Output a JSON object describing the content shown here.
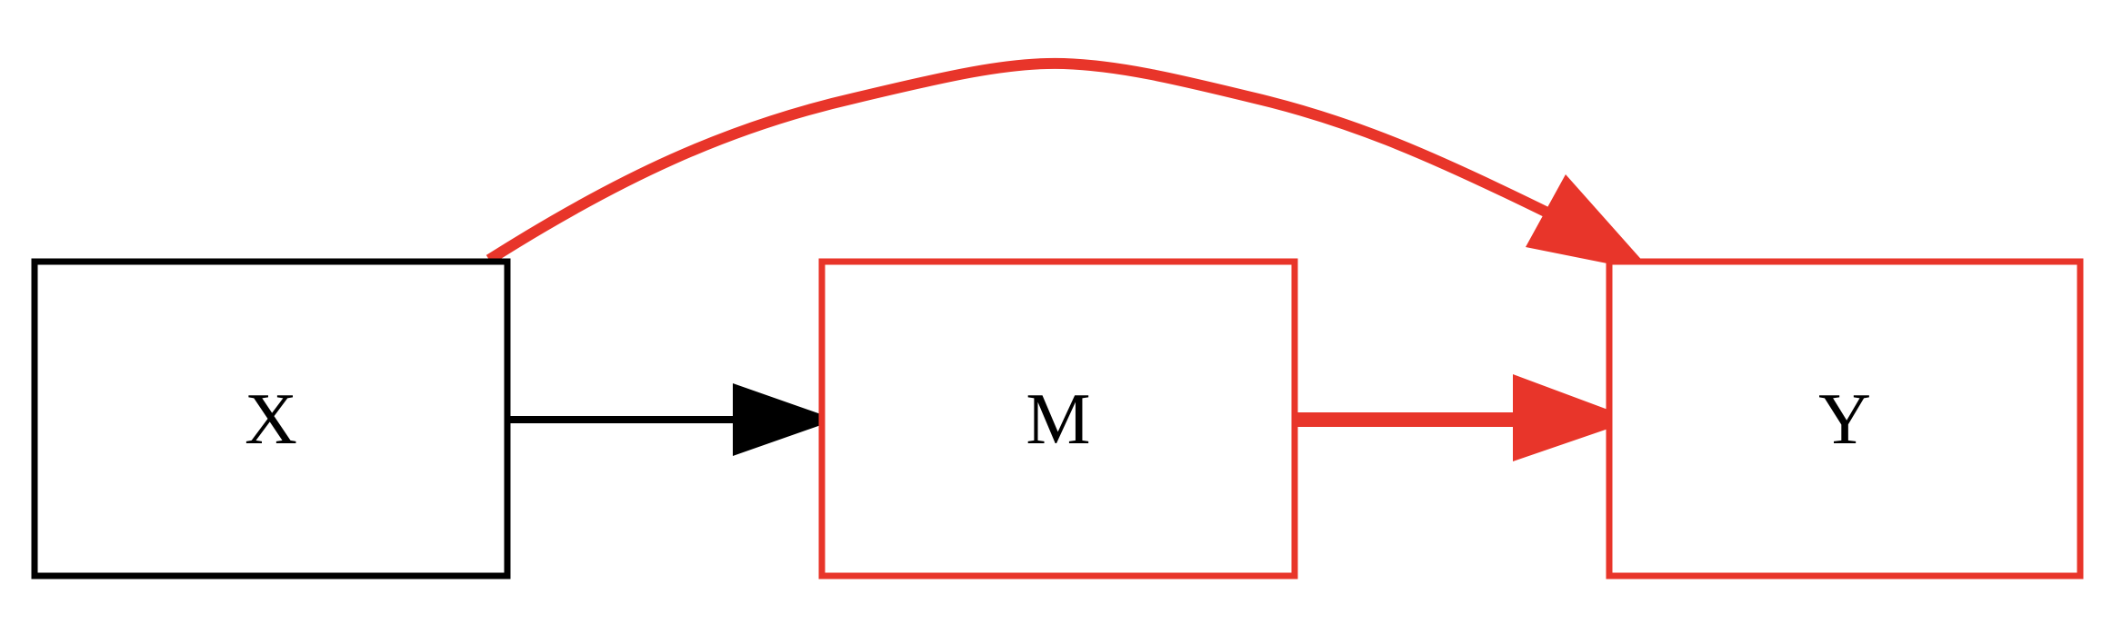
{
  "diagram": {
    "type": "directed-graph",
    "nodes": [
      {
        "id": "X",
        "label": "X",
        "border_color": "#000000"
      },
      {
        "id": "M",
        "label": "M",
        "border_color": "#E8352A"
      },
      {
        "id": "Y",
        "label": "Y",
        "border_color": "#E8352A"
      }
    ],
    "edges": [
      {
        "from": "X",
        "to": "M",
        "color": "#000000",
        "emphasis": "normal"
      },
      {
        "from": "M",
        "to": "Y",
        "color": "#E8352A",
        "emphasis": "thick"
      },
      {
        "from": "X",
        "to": "Y",
        "color": "#E8352A",
        "emphasis": "thick",
        "shape": "curved-arc-above"
      }
    ]
  },
  "colors": {
    "highlight": "#E8352A",
    "default": "#000000",
    "background": "#FFFFFF"
  }
}
